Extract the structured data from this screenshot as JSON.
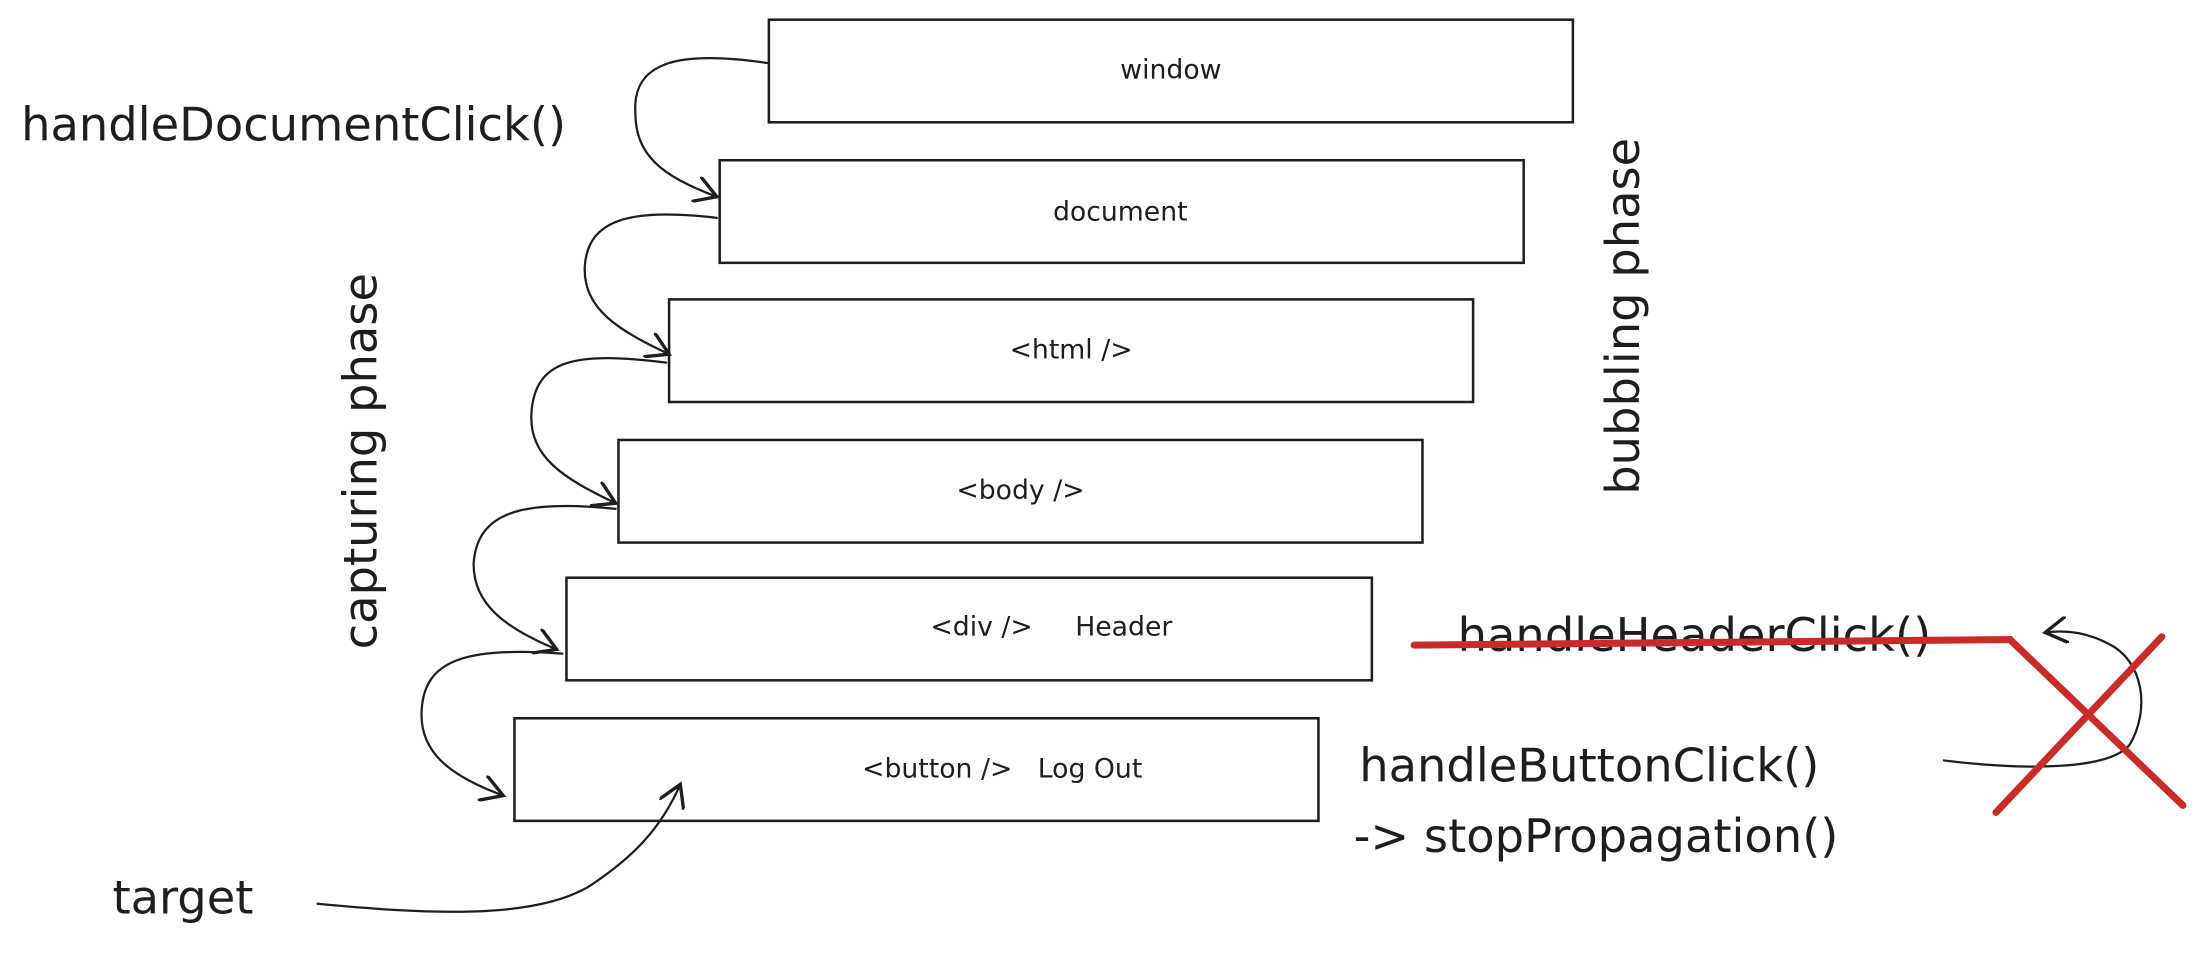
{
  "diagram": {
    "boxes": [
      {
        "label": "window"
      },
      {
        "label": "document"
      },
      {
        "label": "<html />"
      },
      {
        "label": "<body />"
      },
      {
        "label": "<div />     Header"
      },
      {
        "label": "<button />   Log Out"
      }
    ],
    "labels": {
      "document_handler": "handleDocumentClick()",
      "capturing": "capturing phase",
      "bubbling": "bubbling phase",
      "header_handler": "handleHeaderClick()",
      "button_handler": "handleButtonClick()",
      "stop": "-> stopPropagation()",
      "target": "target"
    },
    "colors": {
      "stroke": "#1e1e1e",
      "cross": "#c92a2a"
    }
  }
}
